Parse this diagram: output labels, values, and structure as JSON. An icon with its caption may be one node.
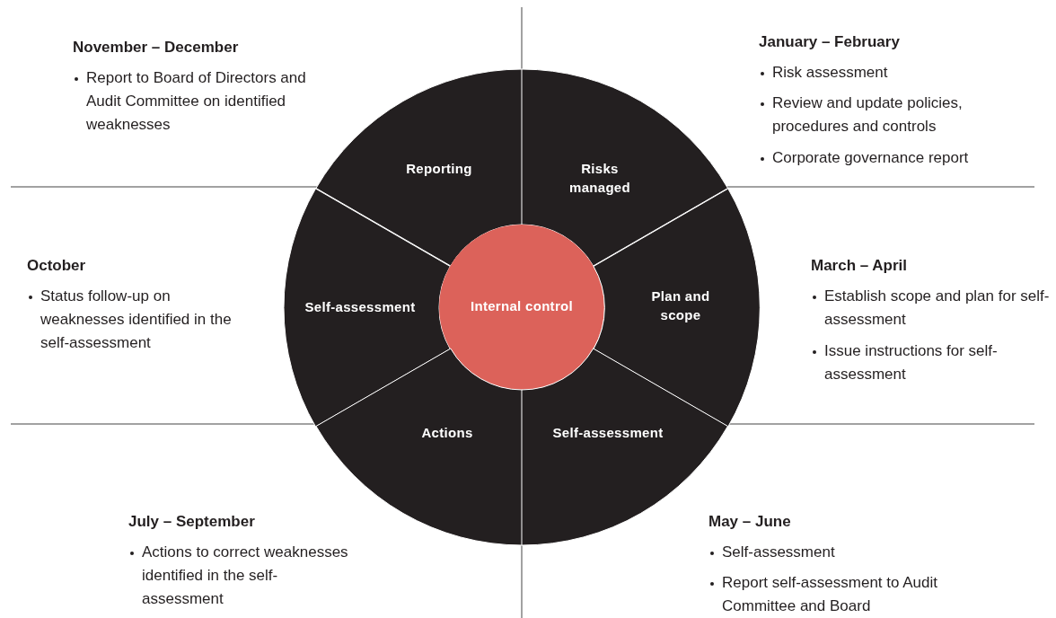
{
  "diagram": {
    "nodes": [
      {
        "text": [
          "Reporting"
        ]
      },
      {
        "text": [
          "Risks managed"
        ]
      },
      {
        "text": [
          "Self-assessment"
        ]
      },
      {
        "text": [
          "Internal control"
        ]
      },
      {
        "text": [
          "Plan and scope"
        ]
      },
      {
        "text": [
          "Actions"
        ]
      },
      {
        "text": [
          "Self-assessment"
        ]
      }
    ],
    "labels": [
      "November – December",
      "Report to Board of Directors and Audit Committee on identified weaknesses",
      "January – February",
      "Risk assessment",
      "Review and update policies, procedures and controls",
      "Corporate governance report",
      "October",
      "Status follow-up on weaknesses identified in the self-assessment",
      "March – April",
      "Establish scope and plan for self-assessment",
      "Issue instructions for self-assessment",
      "July – September",
      "Actions to correct weaknesses identified in the self-assessment",
      "May – June",
      "Self-assessment",
      "Report self-assessment to Audit Committee and Board"
    ]
  }
}
